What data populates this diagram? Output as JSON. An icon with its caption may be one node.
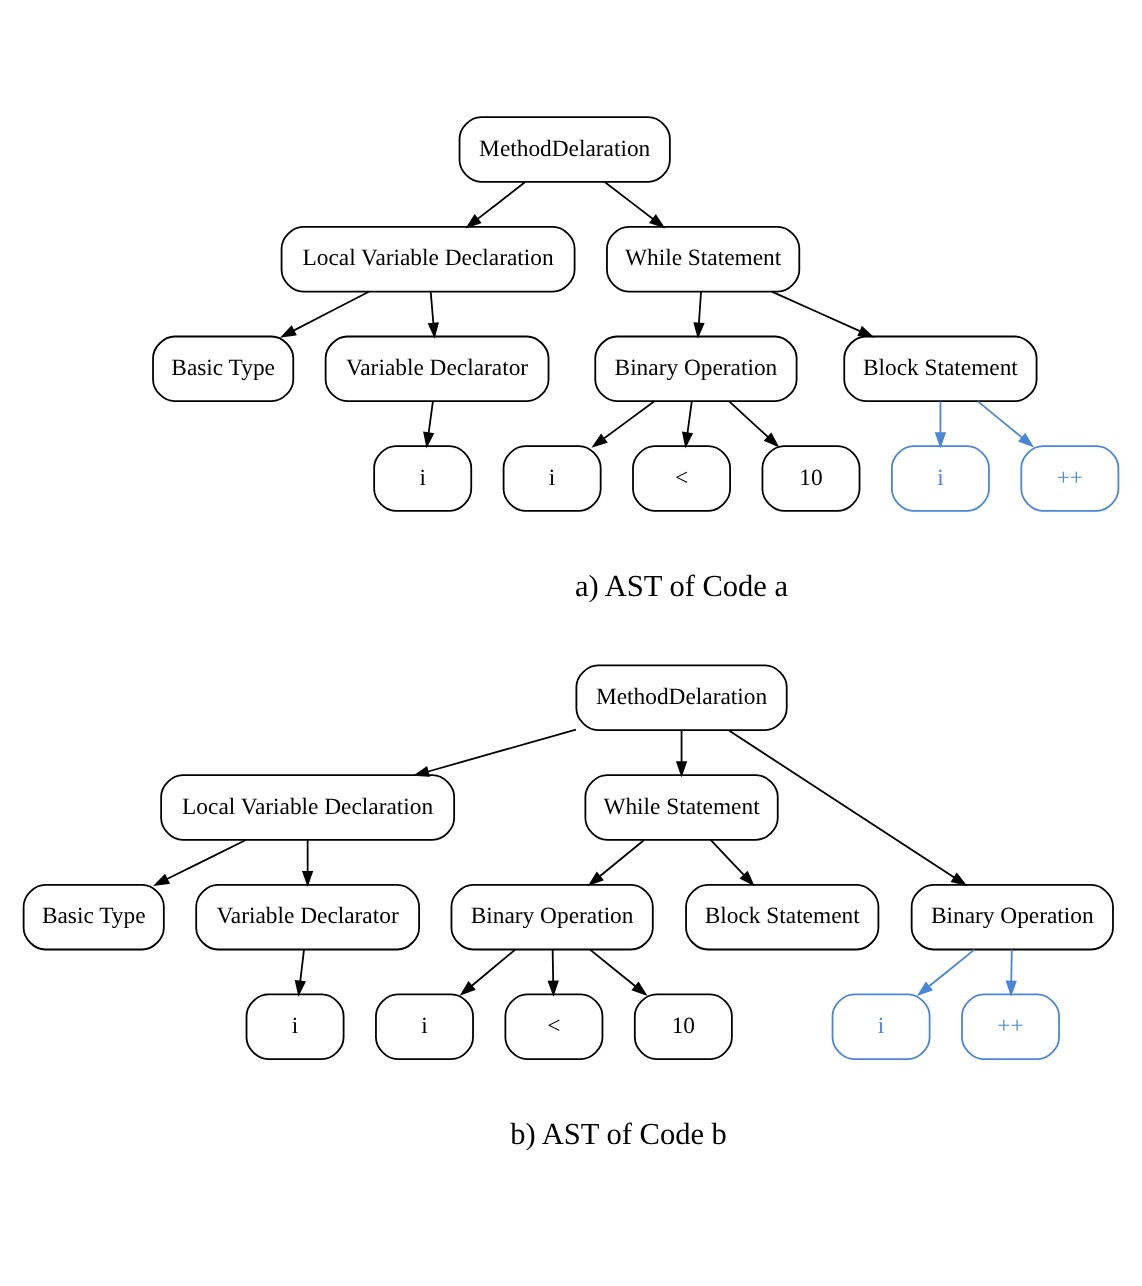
{
  "diagram": {
    "nodes": [
      {
        "text": [
          "MethodDelaration"
        ]
      },
      {
        "text": [
          "Local Variable Declaration"
        ]
      },
      {
        "text": [
          "While Statement"
        ]
      },
      {
        "text": [
          "Basic Type"
        ]
      },
      {
        "text": [
          "Variable Declarator"
        ]
      },
      {
        "text": [
          "Binary Operation"
        ]
      },
      {
        "text": [
          "Block Statement"
        ]
      },
      {
        "text": [
          "i"
        ]
      },
      {
        "text": [
          "i"
        ]
      },
      {
        "text": [
          "<"
        ]
      },
      {
        "text": [
          "10"
        ]
      },
      {
        "text": [
          "i"
        ]
      },
      {
        "text": [
          "++"
        ]
      },
      {
        "text": [
          "MethodDelaration"
        ]
      },
      {
        "text": [
          "Local Variable Declaration"
        ]
      },
      {
        "text": [
          "While Statement"
        ]
      },
      {
        "text": [
          "Binary Operation"
        ]
      },
      {
        "text": [
          "Basic Type"
        ]
      },
      {
        "text": [
          "Variable Declarator"
        ]
      },
      {
        "text": [
          "Binary Operation"
        ]
      },
      {
        "text": [
          "Block Statement"
        ]
      },
      {
        "text": [
          "i"
        ]
      },
      {
        "text": [
          "++"
        ]
      },
      {
        "text": [
          "i"
        ]
      },
      {
        "text": [
          "i"
        ]
      },
      {
        "text": [
          "<"
        ]
      },
      {
        "text": [
          "10"
        ]
      }
    ],
    "edges": [
      {
        "from": 0,
        "to": 1,
        "arrow": "to"
      },
      {
        "from": 0,
        "to": 2,
        "arrow": "to"
      },
      {
        "from": 1,
        "to": 3,
        "arrow": "to"
      },
      {
        "from": 1,
        "to": 4,
        "arrow": "to"
      },
      {
        "from": 2,
        "to": 5,
        "arrow": "to"
      },
      {
        "from": 2,
        "to": 6,
        "arrow": "to"
      },
      {
        "from": 4,
        "to": 7,
        "arrow": "to"
      },
      {
        "from": 5,
        "to": 8,
        "arrow": "to"
      },
      {
        "from": 5,
        "to": 9,
        "arrow": "to"
      },
      {
        "from": 5,
        "to": 10,
        "arrow": "to"
      },
      {
        "from": 6,
        "to": 11,
        "arrow": "to",
        "color": "#4a86d8"
      },
      {
        "from": 6,
        "to": 12,
        "arrow": "to",
        "color": "#4a86d8"
      },
      {
        "from": 13,
        "to": 14,
        "arrow": "to"
      },
      {
        "from": 13,
        "to": 15,
        "arrow": "to"
      },
      {
        "from": 13,
        "to": 16,
        "arrow": "to"
      },
      {
        "from": 14,
        "to": 17,
        "arrow": "to"
      },
      {
        "from": 14,
        "to": 18,
        "arrow": "to"
      },
      {
        "from": 15,
        "to": 19,
        "arrow": "to"
      },
      {
        "from": 15,
        "to": 20,
        "arrow": "to"
      },
      {
        "from": 16,
        "to": 21,
        "arrow": "to",
        "color": "#4a86d8"
      },
      {
        "from": 16,
        "to": 22,
        "arrow": "to",
        "color": "#4a86d8"
      },
      {
        "from": 18,
        "to": 23,
        "arrow": "to"
      },
      {
        "from": 19,
        "to": 24,
        "arrow": "to"
      },
      {
        "from": 19,
        "to": 25,
        "arrow": "to"
      },
      {
        "from": 19,
        "to": 26,
        "arrow": "to"
      }
    ],
    "labels": [
      "a) AST of Code a",
      "b) AST of Code b"
    ]
  }
}
